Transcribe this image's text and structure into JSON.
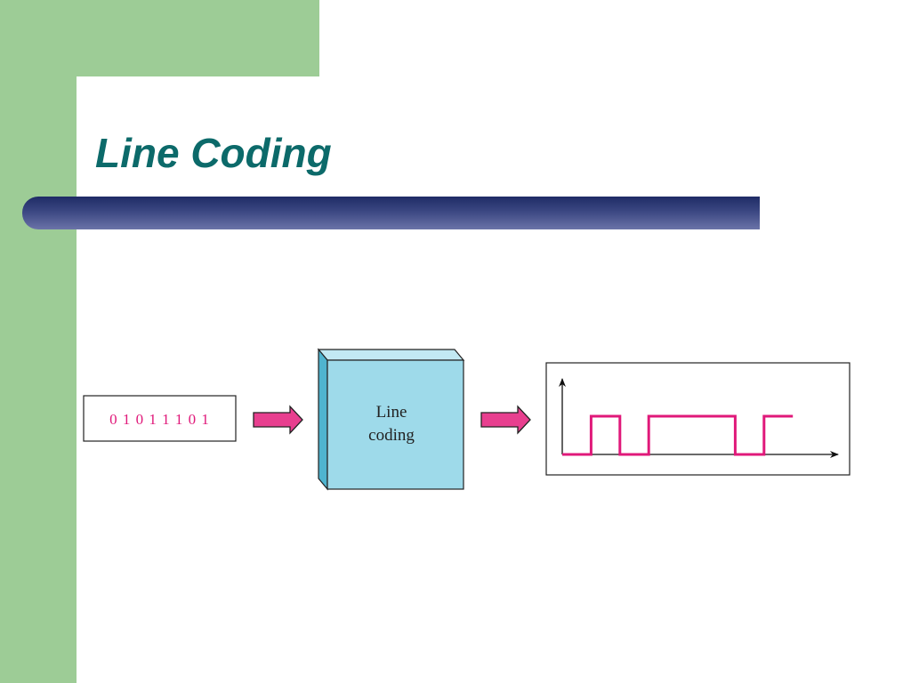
{
  "slide": {
    "title": "Line Coding"
  },
  "diagram": {
    "input_bits": "0 1 0 1 1 1 0 1",
    "encoder_label_line1": "Line",
    "encoder_label_line2": "coding",
    "signal_bits": [
      0,
      1,
      0,
      1,
      1,
      1,
      0,
      1
    ],
    "colors": {
      "signal": "#e0197a",
      "arrow_fill": "#e83f8f",
      "cube_front": "#9edaea",
      "cube_side": "#4fb4cf",
      "cube_top": "#c2e9f3",
      "title_text": "#0c6a6a",
      "background_green": "#9dcc96"
    }
  }
}
